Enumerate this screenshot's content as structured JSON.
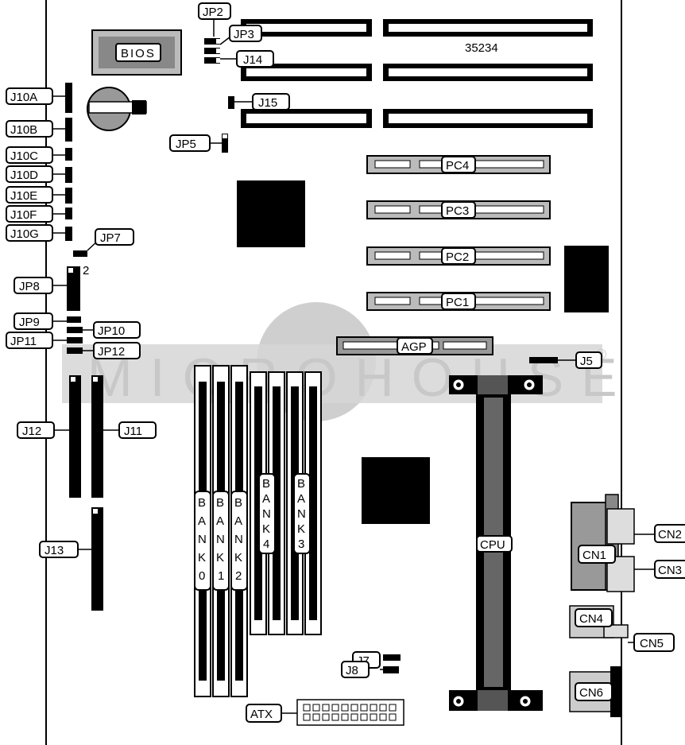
{
  "board_number": "35234",
  "bios_label": "BIOS",
  "watermark": {
    "text": "MICROHOUSE",
    "mark": "®"
  },
  "labels": {
    "jp2": "JP2",
    "jp3": "JP3",
    "jp14": "J14",
    "j15": "J15",
    "jp5": "JP5",
    "j10a": "J10A",
    "j10b": "J10B",
    "j10c": "J10C",
    "j10d": "J10D",
    "j10e": "J10E",
    "j10f": "J10F",
    "j10g": "J10G",
    "jp7": "JP7",
    "jp8": "JP8",
    "jp8_pin": "2",
    "jp9": "JP9",
    "jp10": "JP10",
    "jp11": "JP11",
    "jp12": "JP12",
    "j12": "J12",
    "j11": "J11",
    "j13": "J13",
    "pc4": "PC4",
    "pc3": "PC3",
    "pc2": "PC2",
    "pc1": "PC1",
    "agp": "AGP",
    "j5": "J5",
    "cpu": "CPU",
    "cn1": "CN1",
    "cn2": "CN2",
    "cn3": "CN3",
    "cn4": "CN4",
    "cn5": "CN5",
    "cn6": "CN6",
    "j7": "J7",
    "j8": "J8",
    "atx": "ATX"
  },
  "banks": [
    {
      "id": "bank0",
      "letters": [
        "B",
        "A",
        "N",
        "K",
        "0"
      ]
    },
    {
      "id": "bank1",
      "letters": [
        "B",
        "A",
        "N",
        "K",
        "1"
      ]
    },
    {
      "id": "bank2",
      "letters": [
        "B",
        "A",
        "N",
        "K",
        "2"
      ]
    },
    {
      "id": "bank4",
      "letters": [
        "B",
        "A",
        "N",
        "K",
        "4"
      ]
    },
    {
      "id": "bank3",
      "letters": [
        "B",
        "A",
        "N",
        "K",
        "3"
      ]
    }
  ]
}
